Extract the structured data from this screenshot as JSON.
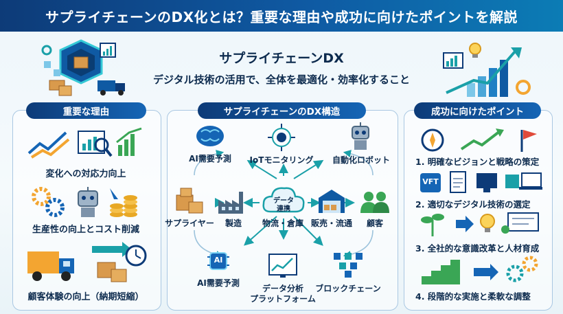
{
  "title": "サプライチェーンのDX化とは？重要な理由や成功に向けたポイントを解説",
  "heading": {
    "title": "サプライチェーンDX",
    "subtitle": "デジタル技術の活用で、全体を最適化・効率化すること"
  },
  "left_panel": {
    "title": "重要な理由",
    "items": [
      "変化への対応力向上",
      "生産性の向上とコスト削減",
      "顧客体験の向上（納期短縮）"
    ]
  },
  "center_panel": {
    "title": "サプライチェーンのDX構造",
    "hub": {
      "label": "データ\n連携",
      "line1": "データ",
      "line2": "連携"
    },
    "nodes": {
      "ai_demand_top": "AI需要予測",
      "iot": "IoTモニタリング",
      "robot": "自動化ロボット",
      "supplier": "サプライヤー",
      "manufacturing": "製造",
      "logistics": "物流・倉庫",
      "sales": "販売・流通",
      "customer": "顧客",
      "ai_demand_bottom": "AI需要予測",
      "analytics_line1": "データ分析",
      "analytics_line2": "プラットフォーム",
      "blockchain": "ブロックチェーン"
    },
    "ai_chip_text": "AI"
  },
  "right_panel": {
    "title": "成功に向けたポイント",
    "items": [
      "1. 明確なビジョンと戦略の策定",
      "2. 適切なデジタル技術の選定",
      "3. 全社的な意識改革と人材育成",
      "4. 段階的な実施と柔軟な調整"
    ],
    "vft_text": "VFT"
  },
  "colors": {
    "navy": "#0d3b78",
    "teal": "#1aa0a8",
    "orange": "#f3a531",
    "green": "#3aa655"
  }
}
